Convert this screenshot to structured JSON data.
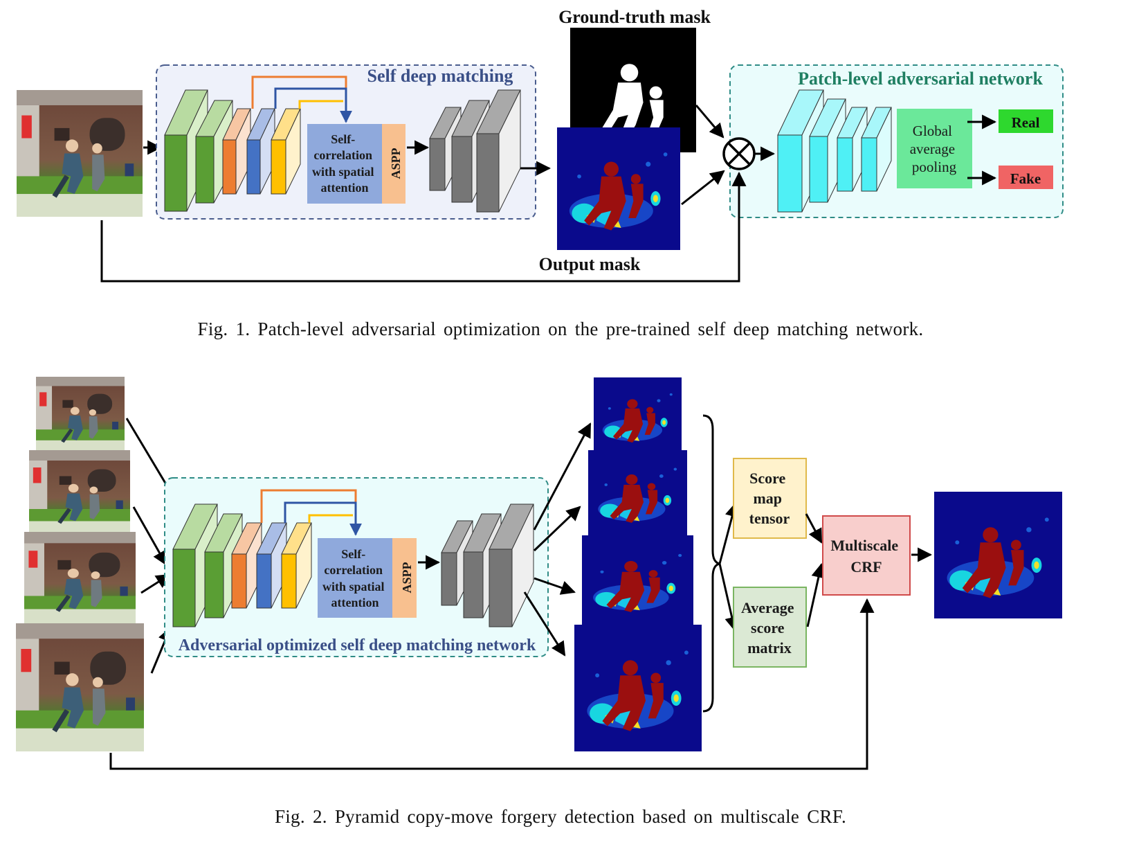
{
  "figure1": {
    "caption": "Fig. 1.  Patch-level adversarial optimization on the pre-trained self deep matching network.",
    "matching_label": "Self deep matching",
    "selfcorr_lines": [
      "Self-",
      "correlation",
      "with spatial",
      "attention"
    ],
    "aspp_label": "ASPP",
    "gt_label": "Ground-truth mask",
    "output_label": "Output mask",
    "adversarial_label": "Patch-level adversarial network",
    "gap_lines": [
      "Global",
      "average",
      "pooling"
    ],
    "real_label": "Real",
    "fake_label": "Fake",
    "multiply_symbol": "⊗"
  },
  "figure2": {
    "caption": "Fig. 2.  Pyramid copy-move forgery detection based on multiscale CRF.",
    "network_label": "Adversarial optimized self deep matching network",
    "selfcorr_lines": [
      "Self-",
      "correlation",
      "with spatial",
      "attention"
    ],
    "aspp_label": "ASPP",
    "score_tensor_lines": [
      "Score",
      "map",
      "tensor"
    ],
    "avg_score_lines": [
      "Average",
      "score",
      "matrix"
    ],
    "crf_lines": [
      "Multiscale",
      "CRF"
    ]
  },
  "colors": {
    "green_block": "#5a9e34",
    "orange_block": "#ed7d31",
    "blue_block": "#4472c4",
    "yellow_block": "#ffc000",
    "gray_block": "#767676",
    "cyan_block": "#4ff0f5",
    "selfcorr_box": "#8fa9dc",
    "aspp_box": "#f8c08f",
    "gap_box": "#6be89a",
    "real_box": "#2ed82e",
    "fake_box": "#f06464",
    "score_tensor_box": "#fff2cc",
    "avg_score_box": "#dbe9d4",
    "crf_box": "#f8cecc",
    "heatmap_bg": "#0a0a8c"
  }
}
